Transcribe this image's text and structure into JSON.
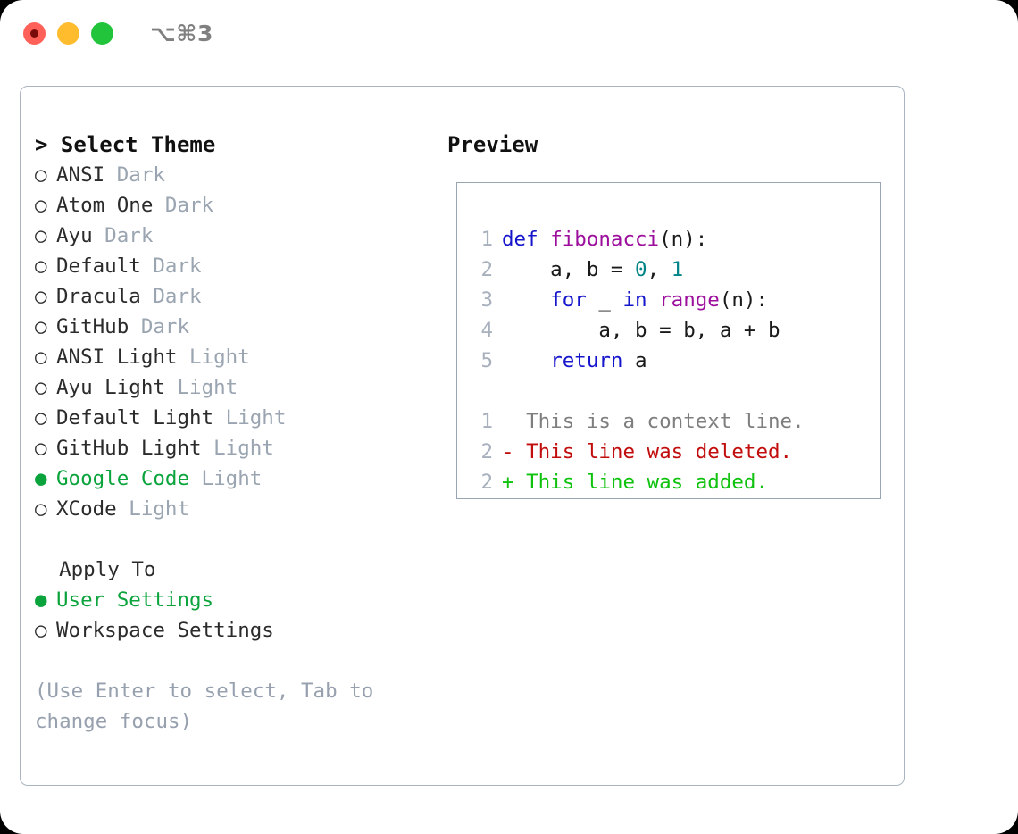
{
  "titlebar": {
    "shortcut": "⌥⌘3",
    "buttons": [
      "close",
      "minimize",
      "maximize"
    ]
  },
  "colors": {
    "accent_green": "#0aa33c",
    "muted": "#9aa5b1",
    "hint": "#97a0ae",
    "panel_border": "#aab4c2",
    "codebox_border": "#9aa5b4",
    "keyword": "#1515cc",
    "function": "#9c0f9c",
    "number": "#008487",
    "diff_deleted": "#c20d0d",
    "diff_added": "#0ec20e",
    "diff_context": "#7e7e7e",
    "line_number": "#a8b0bd"
  },
  "theme_picker": {
    "heading": "> Select Theme",
    "bullet_selected": "●",
    "bullet_unselected": "○",
    "items": [
      {
        "name": "ANSI",
        "tag": "Dark",
        "selected": false
      },
      {
        "name": "Atom One",
        "tag": "Dark",
        "selected": false
      },
      {
        "name": "Ayu",
        "tag": "Dark",
        "selected": false
      },
      {
        "name": "Default",
        "tag": "Dark",
        "selected": false
      },
      {
        "name": "Dracula",
        "tag": "Dark",
        "selected": false
      },
      {
        "name": "GitHub",
        "tag": "Dark",
        "selected": false
      },
      {
        "name": "ANSI Light",
        "tag": "Light",
        "selected": false
      },
      {
        "name": "Ayu Light",
        "tag": "Light",
        "selected": false
      },
      {
        "name": "Default Light",
        "tag": "Light",
        "selected": false
      },
      {
        "name": "GitHub Light",
        "tag": "Light",
        "selected": false
      },
      {
        "name": "Google Code",
        "tag": "Light",
        "selected": true
      },
      {
        "name": "XCode",
        "tag": "Light",
        "selected": false
      }
    ]
  },
  "apply_to": {
    "label": "  Apply To",
    "items": [
      {
        "name": "User Settings",
        "selected": true
      },
      {
        "name": "Workspace Settings",
        "selected": false
      }
    ]
  },
  "hint": "(Use Enter to select, Tab to change focus)",
  "preview": {
    "heading": "Preview",
    "code_lines": [
      {
        "n": "1",
        "tokens": [
          {
            "t": "def",
            "c": "kw"
          },
          {
            "t": " ",
            "c": "pl"
          },
          {
            "t": "fibonacci",
            "c": "fn"
          },
          {
            "t": "(n):",
            "c": "pl"
          }
        ]
      },
      {
        "n": "2",
        "tokens": [
          {
            "t": "    a, b = ",
            "c": "pl"
          },
          {
            "t": "0",
            "c": "num"
          },
          {
            "t": ", ",
            "c": "pl"
          },
          {
            "t": "1",
            "c": "num"
          }
        ]
      },
      {
        "n": "3",
        "tokens": [
          {
            "t": "    ",
            "c": "pl"
          },
          {
            "t": "for",
            "c": "kw"
          },
          {
            "t": " _ ",
            "c": "pl"
          },
          {
            "t": "in",
            "c": "kw"
          },
          {
            "t": " ",
            "c": "pl"
          },
          {
            "t": "range",
            "c": "fn"
          },
          {
            "t": "(n):",
            "c": "pl"
          }
        ]
      },
      {
        "n": "4",
        "tokens": [
          {
            "t": "        a, b = b, a + b",
            "c": "pl"
          }
        ]
      },
      {
        "n": "5",
        "tokens": [
          {
            "t": "    ",
            "c": "pl"
          },
          {
            "t": "return",
            "c": "kw"
          },
          {
            "t": " a",
            "c": "pl"
          }
        ]
      }
    ],
    "diff_lines": [
      {
        "n": "1",
        "marker": " ",
        "text": " This is a context line.",
        "kind": "ctx"
      },
      {
        "n": "2",
        "marker": "-",
        "text": " This line was deleted.",
        "kind": "del"
      },
      {
        "n": "2",
        "marker": "+",
        "text": " This line was added.",
        "kind": "add"
      }
    ]
  }
}
